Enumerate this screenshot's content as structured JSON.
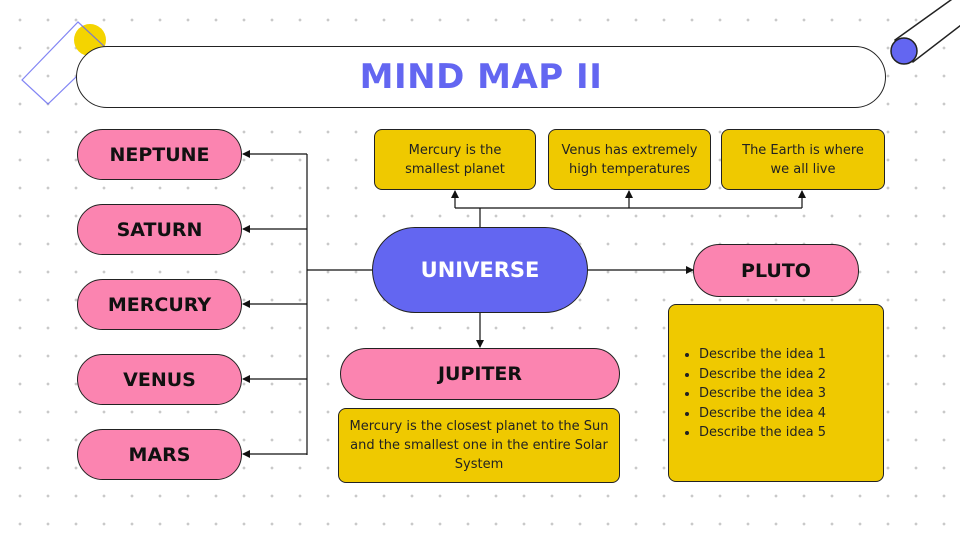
{
  "title": "MIND MAP II",
  "center": "UNIVERSE",
  "left_nodes": [
    "NEPTUNE",
    "SATURN",
    "MERCURY",
    "VENUS",
    "MARS"
  ],
  "top_boxes": [
    "Mercury is the smallest planet",
    "Venus has extremely high temperatures",
    "The Earth is where we all live"
  ],
  "jupiter": {
    "label": "JUPITER",
    "description": "Mercury is the closest planet to the Sun and the smallest one in the entire Solar System"
  },
  "pluto": {
    "label": "PLUTO",
    "ideas": [
      "Describe the idea 1",
      "Describe the idea 2",
      "Describe the idea 3",
      "Describe the idea 4",
      "Describe the idea 5"
    ]
  },
  "colors": {
    "accent": "#6366f1",
    "pink": "#fb84b0",
    "yellow": "#efc900",
    "deco_yellow": "#f4d400"
  }
}
